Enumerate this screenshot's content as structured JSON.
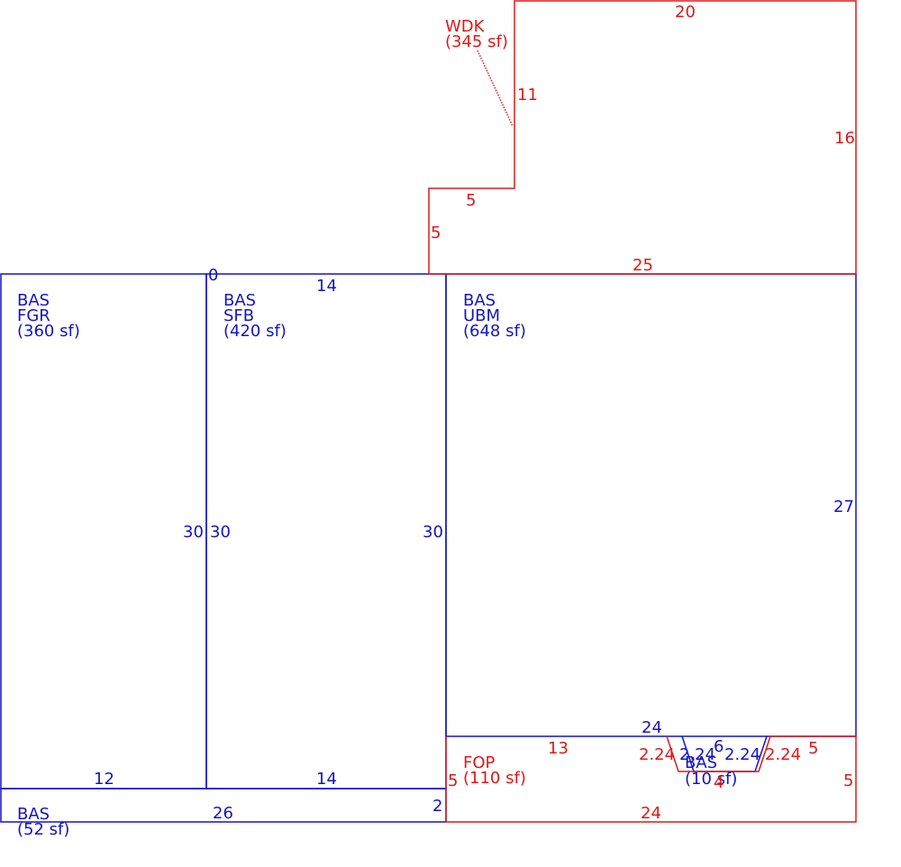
{
  "colors": {
    "blue": "#1414c8",
    "red": "#e01818"
  },
  "areas": {
    "bas_fgr": {
      "code": "BAS",
      "sub": "FGR",
      "area": "(360 sf)"
    },
    "bas_sfb": {
      "code": "BAS",
      "sub": "SFB",
      "area": "(420 sf)"
    },
    "bas_ubm": {
      "code": "BAS",
      "sub": "UBM",
      "area": "(648 sf)"
    },
    "bas_bottom": {
      "code": "BAS",
      "area": "(52 sf)"
    },
    "bas_bay": {
      "code": "BAS",
      "area": "(10 sf)"
    },
    "fop": {
      "code": "FOP",
      "area": "(110 sf)"
    },
    "wdk": {
      "code": "WDK",
      "area": "(345 sf)"
    }
  },
  "dimensions": {
    "fgr_right": "30",
    "fgr_bottom": "12",
    "sfb_left": "30",
    "sfb_right": "30",
    "sfb_top": "14",
    "sfb_top_corner": "0",
    "sfb_bottom": "14",
    "ubm_right": "27",
    "ubm_bottom": "24",
    "strip_bottom": "26",
    "strip_right": "2",
    "fop_top": "13",
    "fop_left": "5",
    "fop_right_top": "5",
    "fop_right": "5",
    "fop_bottom": "24",
    "bay_left_red": "2.24",
    "bay_left_blue": "2.24",
    "bay_top": "6",
    "bay_right_blue": "2.24",
    "bay_right_red": "2.24",
    "bay_bottom": "4",
    "wdk_top": "20",
    "wdk_right": "16",
    "wdk_bottom": "25",
    "wdk_left_upper": "11",
    "wdk_step": "5",
    "wdk_left_lower": "5"
  }
}
